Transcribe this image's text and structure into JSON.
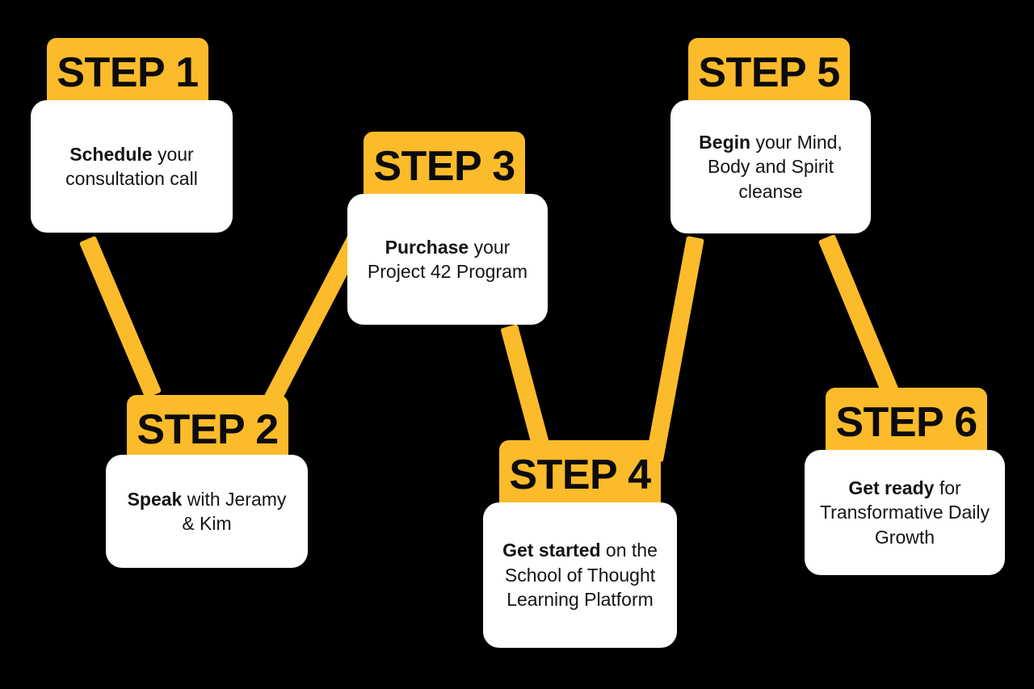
{
  "diagram": {
    "title": "Six Step Process Flowchart",
    "background_color": "#000000",
    "accent_color": "#FCBB2A",
    "card_color": "#FFFFFF",
    "text_color": "#141414"
  },
  "steps": [
    {
      "id": "step-1",
      "tab_label": "STEP 1",
      "body_bold": "Schedule",
      "body_rest": " your consultation call",
      "body_full": "Schedule your consultation call"
    },
    {
      "id": "step-2",
      "tab_label": "STEP 2",
      "body_bold": "Speak",
      "body_rest": " with Jeramy & Kim",
      "body_full": "Speak with Jeramy & Kim"
    },
    {
      "id": "step-3",
      "tab_label": "STEP 3",
      "body_bold": "Purchase",
      "body_rest": " your Project 42 Program",
      "body_full": "Purchase your Project 42 Program"
    },
    {
      "id": "step-4",
      "tab_label": "STEP 4",
      "body_bold": "Get started",
      "body_rest": " on the School of Thought Learning Platform",
      "body_full": "Get started on the School of Thought Learning Platform"
    },
    {
      "id": "step-5",
      "tab_label": "STEP 5",
      "body_bold": "Begin",
      "body_rest": " your Mind, Body and Spirit cleanse",
      "body_full": "Begin your Mind, Body and Spirit cleanse"
    },
    {
      "id": "step-6",
      "tab_label": "STEP 6",
      "body_bold": "Get ready",
      "body_rest": " for Transformative Daily Growth",
      "body_full": "Get ready for Transformative Daily Growth"
    }
  ],
  "connections": [
    {
      "from": "step-1",
      "to": "step-2"
    },
    {
      "from": "step-3",
      "to": "step-2"
    },
    {
      "from": "step-3",
      "to": "step-4"
    },
    {
      "from": "step-5",
      "to": "step-4"
    },
    {
      "from": "step-5",
      "to": "step-6"
    }
  ]
}
